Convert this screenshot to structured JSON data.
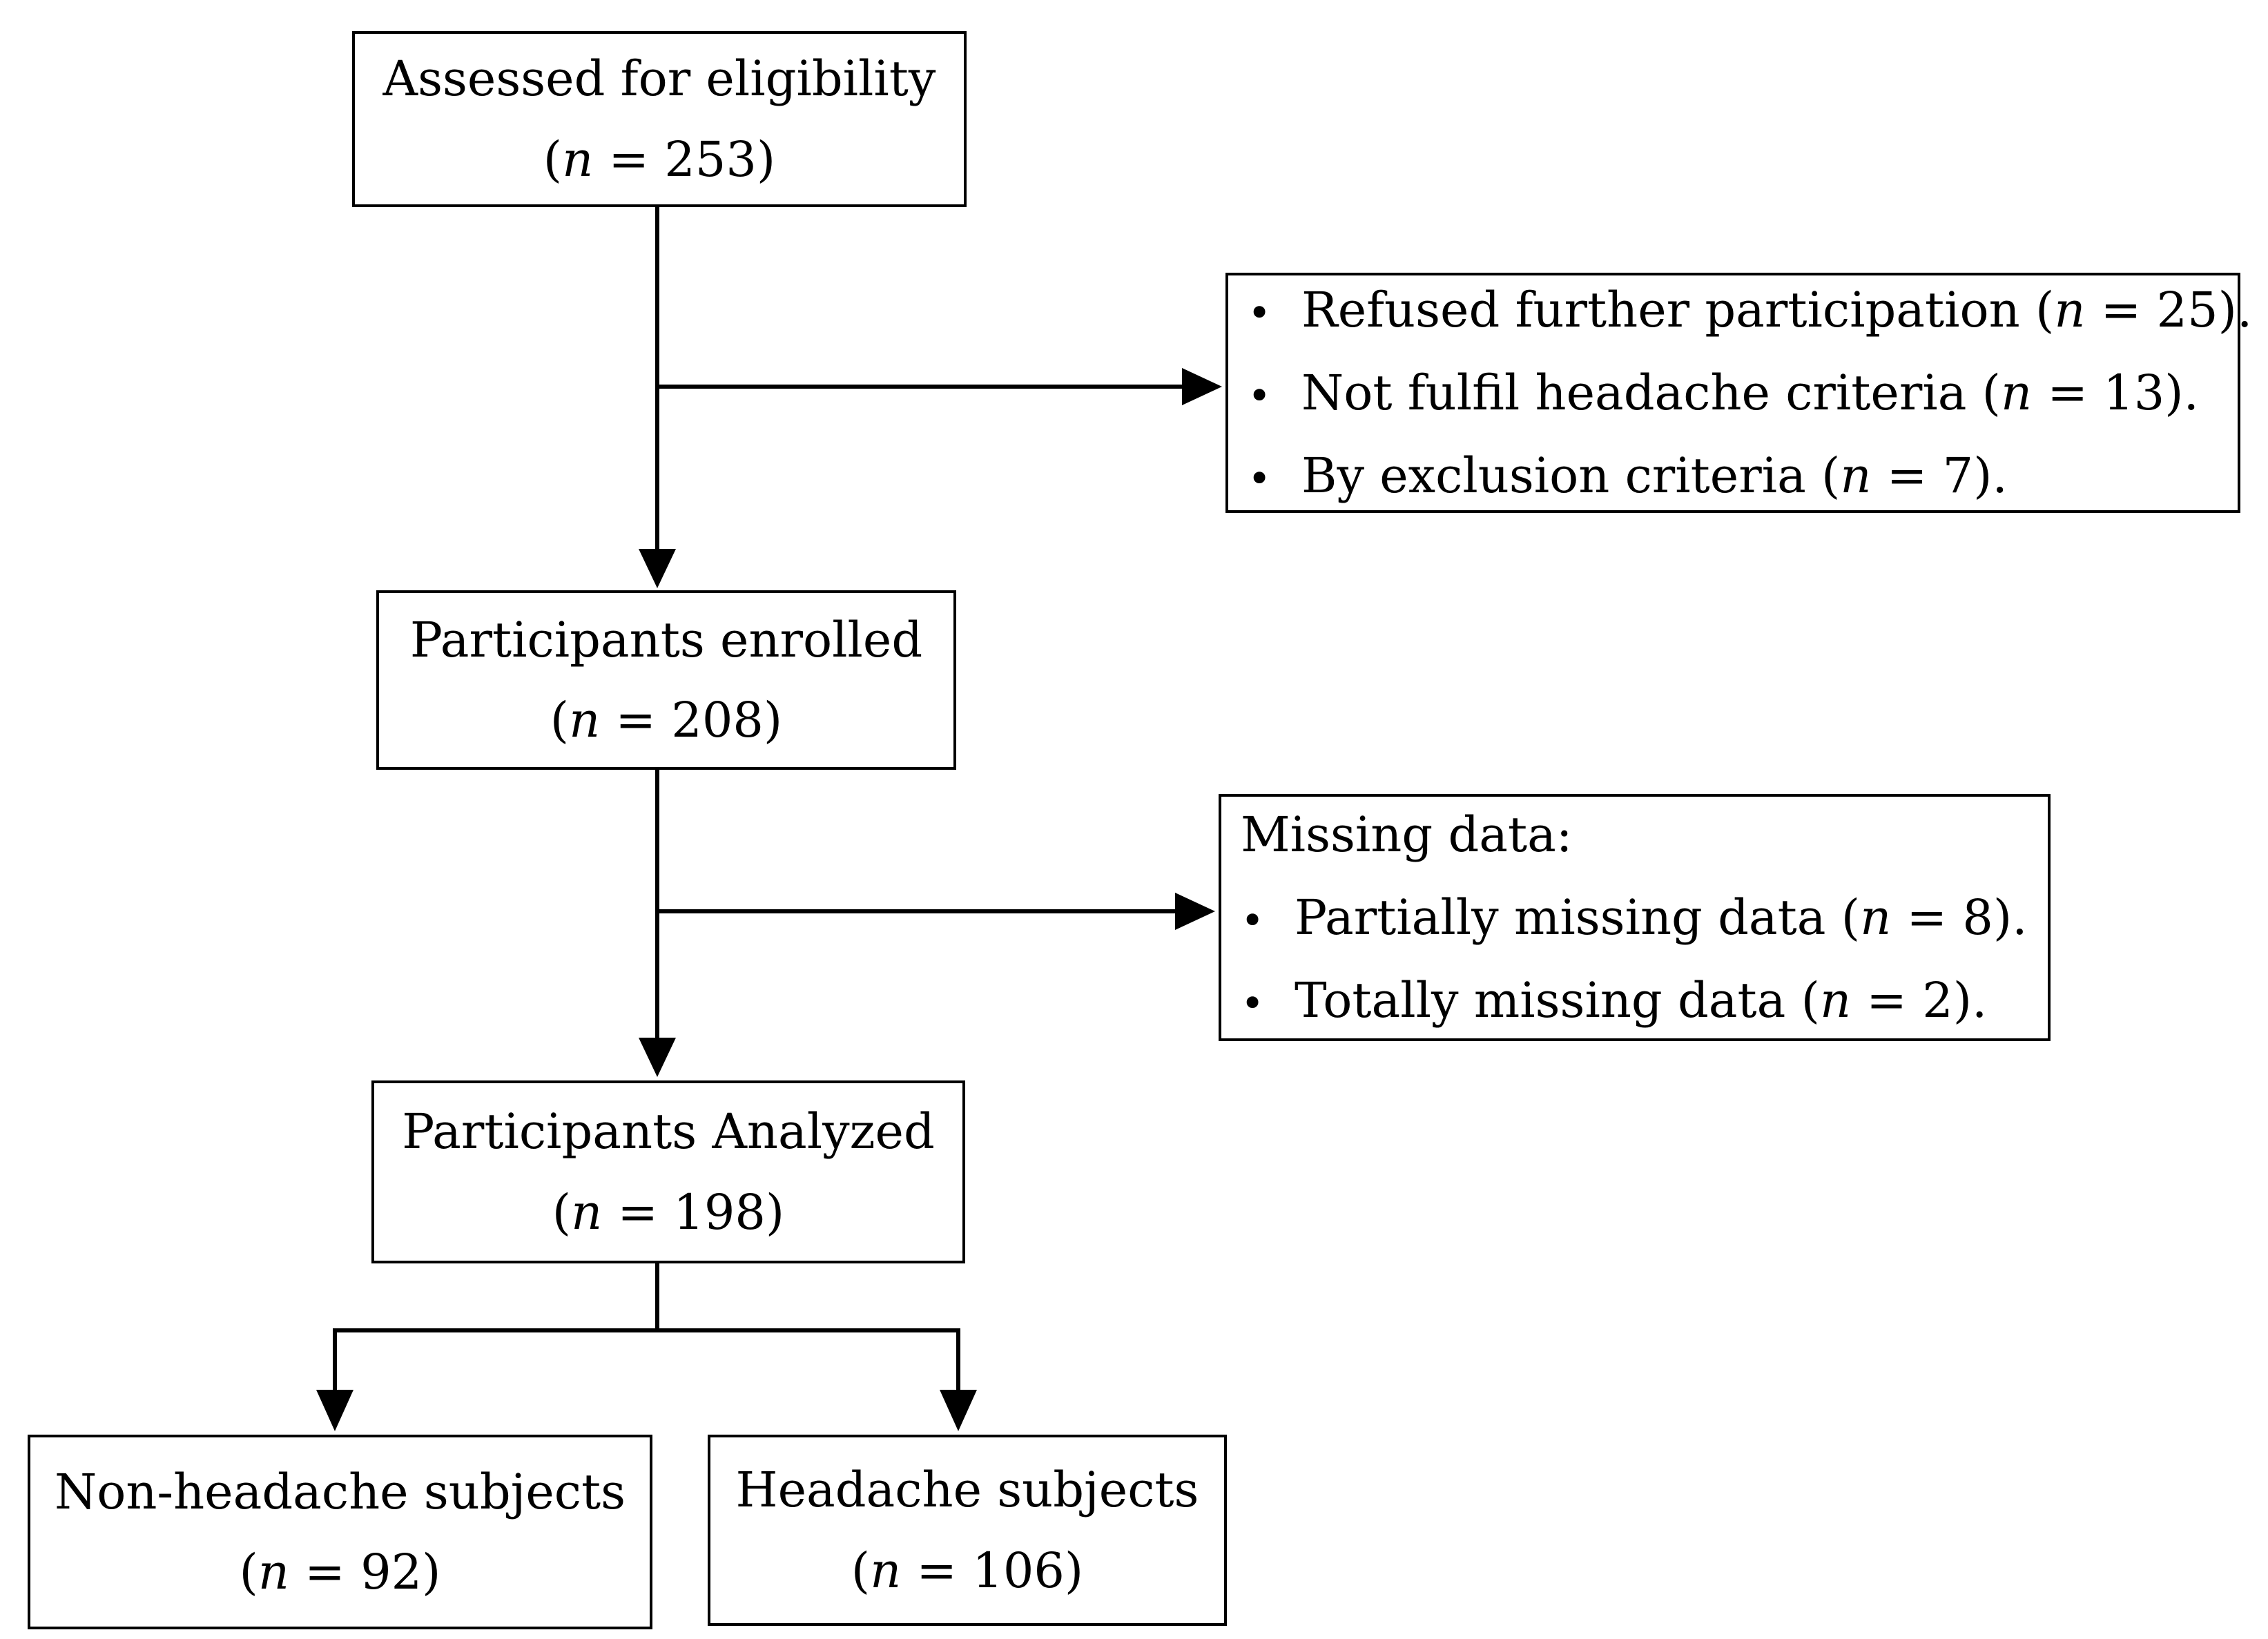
{
  "colors": {
    "background": "#ffffff",
    "stroke": "#000000",
    "text": "#000000"
  },
  "bullet_glyph": "•",
  "boxes": {
    "assessed": {
      "title": "Assessed for eligibility",
      "count": {
        "pre": "(",
        "var": "n",
        "post": " = 253)"
      }
    },
    "excluded": {
      "items": [
        {
          "pre": "Refused further participation (",
          "var": "n",
          "post": " = 25)."
        },
        {
          "pre": "Not fulfil headache criteria (",
          "var": "n",
          "post": " = 13)."
        },
        {
          "pre": "By exclusion criteria (",
          "var": "n",
          "post": " = 7)."
        }
      ]
    },
    "enrolled": {
      "title": "Participants enrolled",
      "count": {
        "pre": "(",
        "var": "n",
        "post": " = 208)"
      }
    },
    "missing": {
      "heading": "Missing data:",
      "items": [
        {
          "pre": "Partially missing data (",
          "var": "n",
          "post": " = 8)."
        },
        {
          "pre": "Totally missing data (",
          "var": "n",
          "post": " = 2)."
        }
      ]
    },
    "analyzed": {
      "title": "Participants Analyzed",
      "count": {
        "pre": "(",
        "var": "n",
        "post": " = 198)"
      }
    },
    "non_headache": {
      "title": "Non-headache subjects",
      "count": {
        "pre": "(",
        "var": "n",
        "post": " = 92)"
      }
    },
    "headache": {
      "title": "Headache subjects",
      "count": {
        "pre": "(",
        "var": "n",
        "post": " = 106)"
      }
    }
  }
}
